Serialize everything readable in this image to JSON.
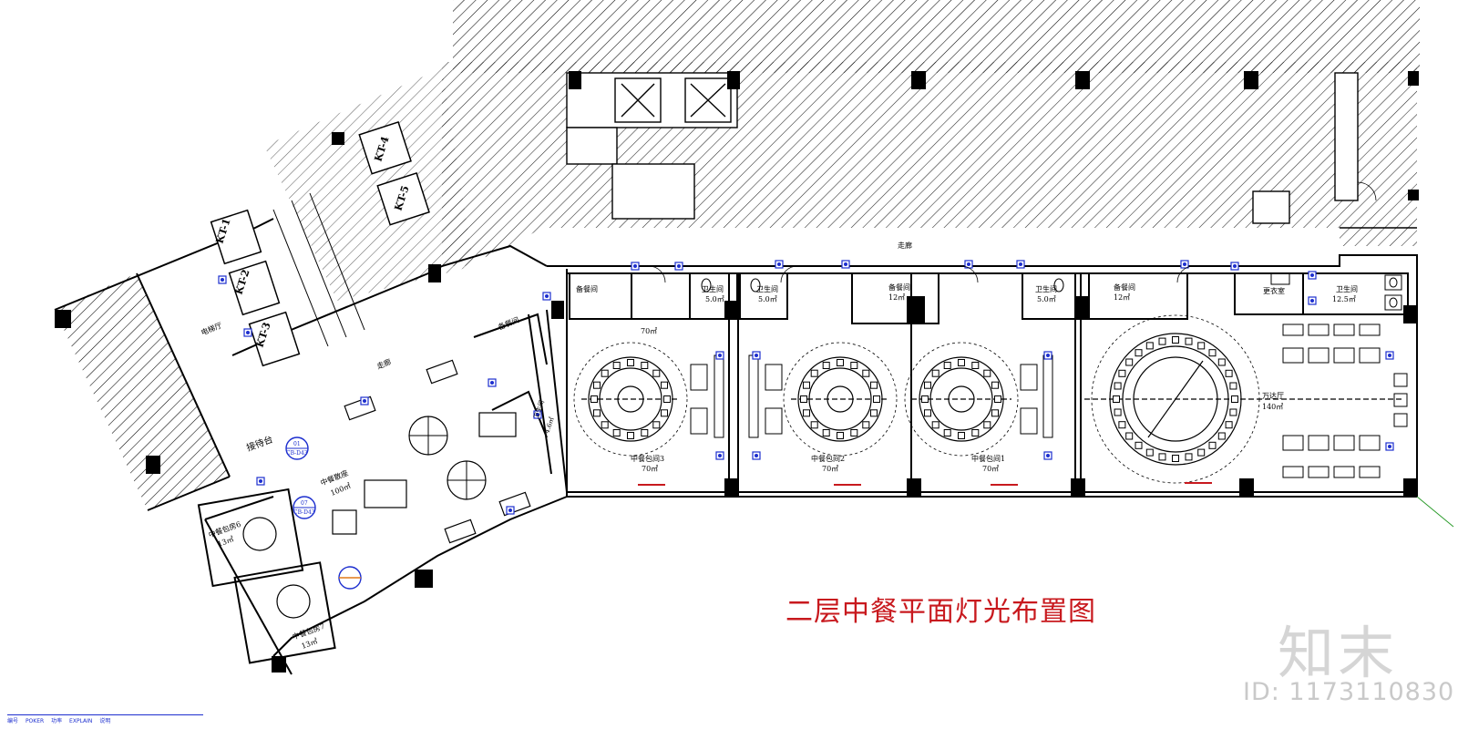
{
  "drawing": {
    "title": "二层中餐平面灯光布置图",
    "legend": {
      "no": "编号",
      "poker": "POKER",
      "poker_cn": "功率",
      "explain": "EXPLAIN",
      "explain_cn": "说明"
    }
  },
  "rooms": {
    "corridor_left": "走廊",
    "corridor_top": "走廊",
    "elevator_hall": "电梯厅",
    "reception": "接待台",
    "hall": "中餐散座",
    "hall_area": "100㎡",
    "pantry_small": "备餐间",
    "toilet_small": "卫生间",
    "toilet_small_area": "4.6㎡",
    "pantry_1": "备餐间",
    "pantry_2": "备餐间",
    "pantry_2_area": "12㎡",
    "pantry_3": "备餐间",
    "pantry_3_area": "12㎡",
    "toilet_a": "卫生间",
    "toilet_a_area": "5.0㎡",
    "toilet_b": "卫生间",
    "toilet_b_area": "5.0㎡",
    "toilet_c": "卫生间",
    "toilet_c_area": "5.0㎡",
    "locker": "更衣室",
    "toilet_d": "卫生间",
    "toilet_d_area": "12.5㎡",
    "private_3": "中餐包间3",
    "private_3_area": "70㎡",
    "private_3_top_area": "70㎡",
    "private_2": "中餐包间2",
    "private_2_area": "70㎡",
    "private_1": "中餐包间1",
    "private_1_area": "70㎡",
    "grand": "万达厅",
    "grand_area": "140㎡",
    "private_6": "中餐包房6",
    "private_6_area": "13㎡",
    "private_7": "中餐包房7",
    "private_7_area": "13㎡"
  },
  "elevators": [
    "KT-1",
    "KT-2",
    "KT-3",
    "KT-4",
    "KT-5"
  ],
  "markers": [
    {
      "id": "01",
      "sub": "CB-D43"
    },
    {
      "id": "07",
      "sub": "CB-D43"
    }
  ],
  "watermark": {
    "logo": "知末",
    "id": "ID: 1173110830"
  },
  "colors": {
    "line": "#000000",
    "title": "#c8191e",
    "fixture": "#1d2fcf",
    "legend": "#1d2fcf"
  }
}
